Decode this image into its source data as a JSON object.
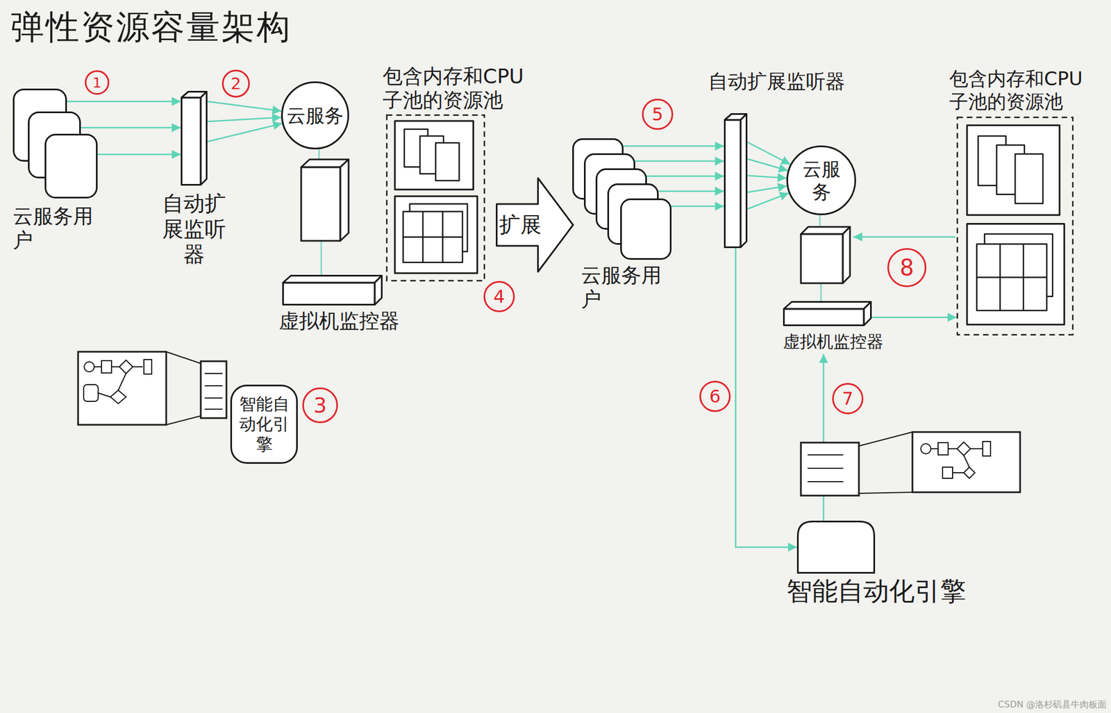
{
  "diagram": {
    "title": "弹性资源容量架构",
    "nodes": [
      {
        "text": [
          "云服务用户"
        ]
      },
      {
        "text": [
          "自动扩展监听器"
        ]
      },
      {
        "text": [
          "云服务"
        ]
      },
      {
        "text": [
          "包含内存和CPU子池的资源池"
        ]
      },
      {
        "text": [
          "虚拟机监控器"
        ]
      },
      {
        "text": [
          "智能自动化引擎"
        ]
      },
      {
        "text": [
          "扩展"
        ]
      },
      {
        "text": [
          "云服务用户"
        ]
      },
      {
        "text": [
          "自动扩展监听器"
        ]
      },
      {
        "text": [
          "云服务"
        ]
      },
      {
        "text": [
          "包含内存和CPU子池的资源池"
        ]
      },
      {
        "text": [
          "虚拟机监控器"
        ]
      },
      {
        "text": [
          "智能自动化引擎"
        ]
      }
    ],
    "edges": [
      {
        "from": 0,
        "to": 1,
        "arrow": "to"
      },
      {
        "from": 1,
        "to": 2,
        "arrow": "to"
      },
      {
        "from": 7,
        "to": 8,
        "arrow": "to"
      },
      {
        "from": 8,
        "to": 9,
        "arrow": "to"
      },
      {
        "from": 8,
        "to": 12,
        "arrow": "to"
      },
      {
        "from": 12,
        "to": 11,
        "arrow": "to"
      },
      {
        "from": 11,
        "to": 10,
        "arrow": "to"
      }
    ],
    "labels": [
      "1",
      "2",
      "3",
      "4",
      "5",
      "6",
      "7",
      "8",
      "CSDN @洛杉矶县牛肉板面"
    ]
  }
}
